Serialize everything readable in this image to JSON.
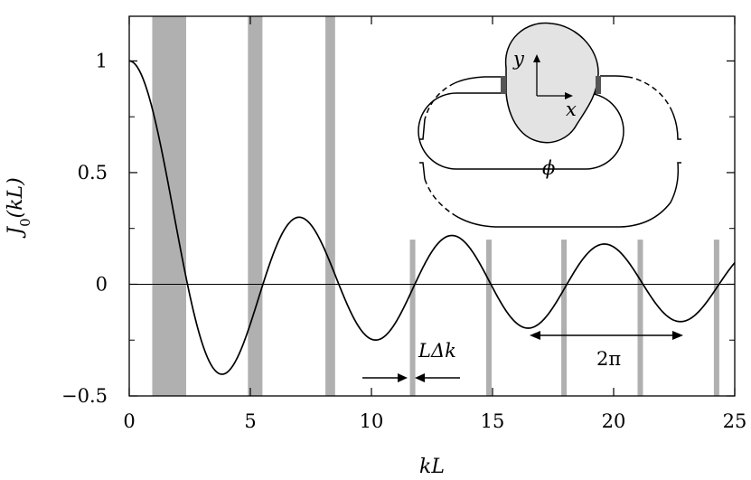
{
  "chart_data": {
    "type": "line",
    "xlabel": "kL",
    "ylabel": "J0(kL)",
    "xlim": [
      0,
      25
    ],
    "ylim": [
      -0.5,
      1.2
    ],
    "xticks": [
      0,
      5,
      10,
      15,
      20,
      25
    ],
    "yticks": [
      1,
      0.5,
      0,
      -0.5
    ],
    "xtick_labels": [
      "0",
      "5",
      "10",
      "15",
      "20",
      "25"
    ],
    "ytick_labels": [
      "1",
      "0.5",
      "0",
      "−0.5"
    ],
    "series": [
      {
        "function": "J0",
        "x_range": [
          0,
          25
        ],
        "color": "#000000"
      }
    ],
    "zero_line": true,
    "shaded_bands_full": [
      [
        0.95,
        2.35
      ],
      [
        4.9,
        5.5
      ],
      [
        8.1,
        8.5
      ]
    ],
    "shaded_bands_short": [
      11.7,
      14.85,
      17.95,
      21.1,
      24.25
    ],
    "short_band_top": 0.2,
    "band_color": "#b0b0b0",
    "annotations": {
      "delta_k_label": "LΔk",
      "period_label": "2π",
      "inset_phi": "ϕ",
      "inset_x": "x",
      "inset_y": "y"
    }
  }
}
